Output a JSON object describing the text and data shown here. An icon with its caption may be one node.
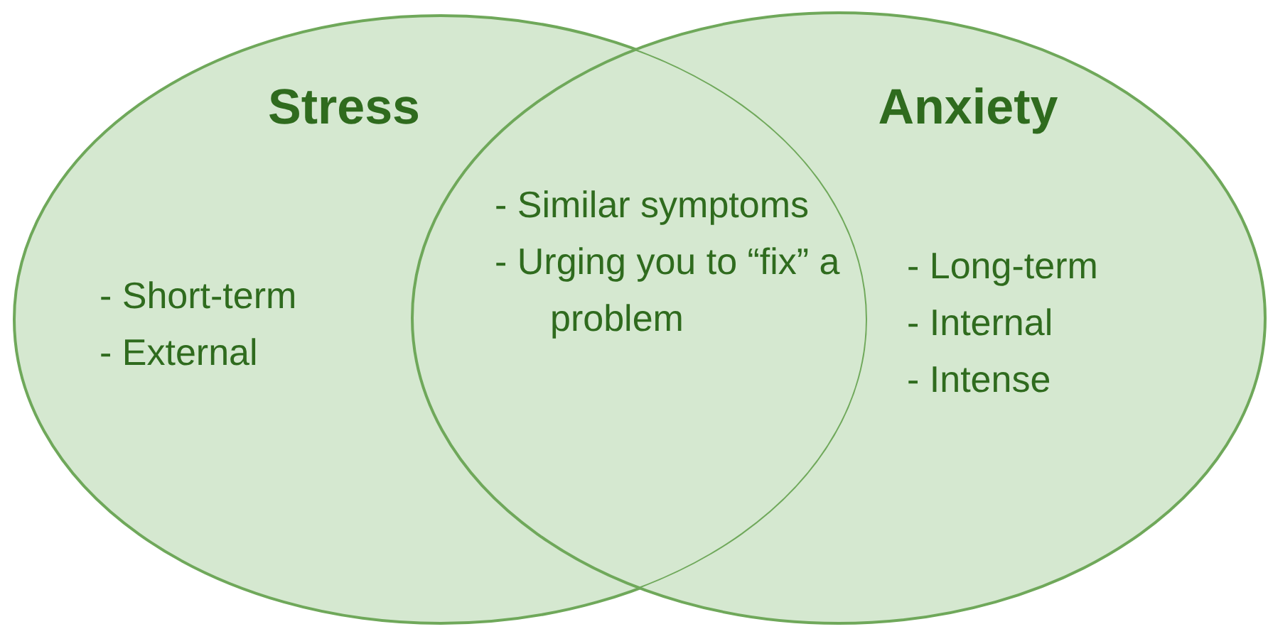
{
  "diagram": {
    "nodes": [
      {
        "text": [
          "Stress",
          "- Short-term",
          "- External"
        ]
      },
      {
        "text": [
          "Anxiety",
          "- Long-term",
          "- Internal",
          "- Intense"
        ]
      }
    ],
    "edges": [],
    "labels": [
      "- Similar symptoms",
      "- Urging you to “fix” a problem"
    ]
  }
}
